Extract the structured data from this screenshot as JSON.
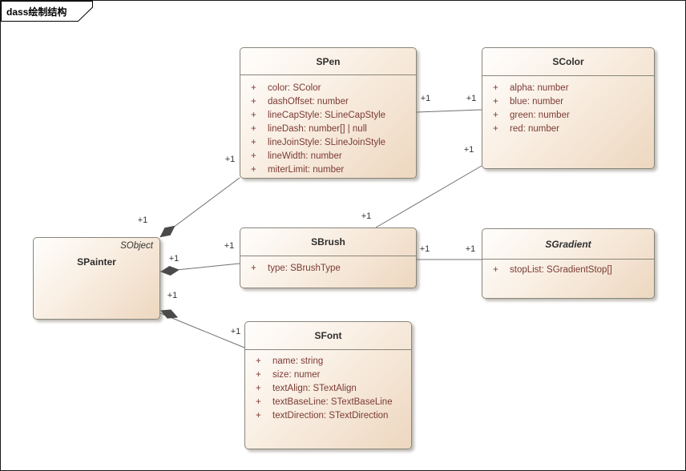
{
  "frame": {
    "title": "dass绘制结构"
  },
  "colors": {
    "box_border": "#88857a",
    "box_fill_light": "#fffefd",
    "box_fill_dark": "#edd7bf",
    "attribute_text": "#7b3a33",
    "title_text": "#2f2f2f",
    "connector_line": "#707070",
    "composition_diamond": "#4a4a4a",
    "multiplicity_text": "#333333"
  },
  "classes": [
    {
      "name": "SPen",
      "abstract": false,
      "attributes": [
        {
          "vis": "+",
          "text": "color: SColor"
        },
        {
          "vis": "+",
          "text": "dashOffset: number"
        },
        {
          "vis": "+",
          "text": "lineCapStyle: SLineCapStyle"
        },
        {
          "vis": "+",
          "text": "lineDash: number[] | null"
        },
        {
          "vis": "+",
          "text": "lineJoinStyle: SLineJoinStyle"
        },
        {
          "vis": "+",
          "text": "lineWidth: number"
        },
        {
          "vis": "+",
          "text": "miterLimit: number"
        }
      ]
    },
    {
      "name": "SColor",
      "abstract": false,
      "attributes": [
        {
          "vis": "+",
          "text": "alpha: number"
        },
        {
          "vis": "+",
          "text": "blue: number"
        },
        {
          "vis": "+",
          "text": "green: number"
        },
        {
          "vis": "+",
          "text": "red: number"
        }
      ]
    },
    {
      "name": "SPainter",
      "stereotype": "SObject",
      "abstract": false,
      "attributes": []
    },
    {
      "name": "SBrush",
      "abstract": false,
      "attributes": [
        {
          "vis": "+",
          "text": "type: SBrushType"
        }
      ]
    },
    {
      "name": "SGradient",
      "abstract": true,
      "attributes": [
        {
          "vis": "+",
          "text": "stopList: SGradientStop[]"
        }
      ]
    },
    {
      "name": "SFont",
      "abstract": false,
      "attributes": [
        {
          "vis": "+",
          "text": "name: string"
        },
        {
          "vis": "+",
          "text": "size: numer"
        },
        {
          "vis": "+",
          "text": "textAlign: STextAlign"
        },
        {
          "vis": "+",
          "text": "textBaseLine: STextBaseLine"
        },
        {
          "vis": "+",
          "text": "textDirection: STextDirection"
        }
      ]
    }
  ],
  "connections": [
    {
      "from": "SPainter",
      "to": "SPen",
      "type": "composition",
      "from_label": "+1",
      "to_label": "+1"
    },
    {
      "from": "SPainter",
      "to": "SBrush",
      "type": "composition",
      "from_label": "+1",
      "to_label": "+1"
    },
    {
      "from": "SPainter",
      "to": "SFont",
      "type": "composition",
      "from_label": "+1",
      "to_label": "+1"
    },
    {
      "from": "SPen",
      "to": "SColor",
      "type": "association",
      "from_label": "+1",
      "to_label": "+1"
    },
    {
      "from": "SBrush",
      "to": "SColor",
      "type": "association",
      "from_label": "+1",
      "to_label": "+1"
    },
    {
      "from": "SBrush",
      "to": "SGradient",
      "type": "association",
      "from_label": "+1",
      "to_label": "+1"
    }
  ]
}
